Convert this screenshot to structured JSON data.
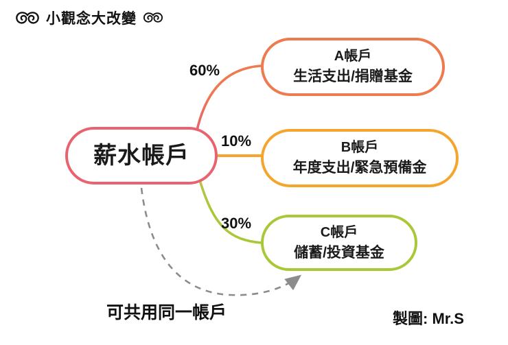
{
  "header": {
    "title": "小觀念大改變"
  },
  "root_node": {
    "label": "薪水帳戶"
  },
  "branches": [
    {
      "percent": "60%",
      "account": "A帳戶",
      "description": "生活支出/捐贈基金",
      "color": "#ee7a4f"
    },
    {
      "percent": "10%",
      "account": "B帳戶",
      "description": "年度支出/緊急預備金",
      "color": "#f5a52d"
    },
    {
      "percent": "30%",
      "account": "C帳戶",
      "description": "儲蓄/投資基金",
      "color": "#a9c838"
    }
  ],
  "annotation": {
    "text": "可共用同一帳戶"
  },
  "credit": {
    "label": "製圖: Mr.S"
  },
  "colors": {
    "root_border": "#e8636f",
    "branch_a": "#ee7a4f",
    "branch_b": "#f5a52d",
    "branch_c": "#a9c838",
    "dashed_arrow": "#8c8c8c",
    "text": "#111111",
    "background": "#ffffff"
  }
}
